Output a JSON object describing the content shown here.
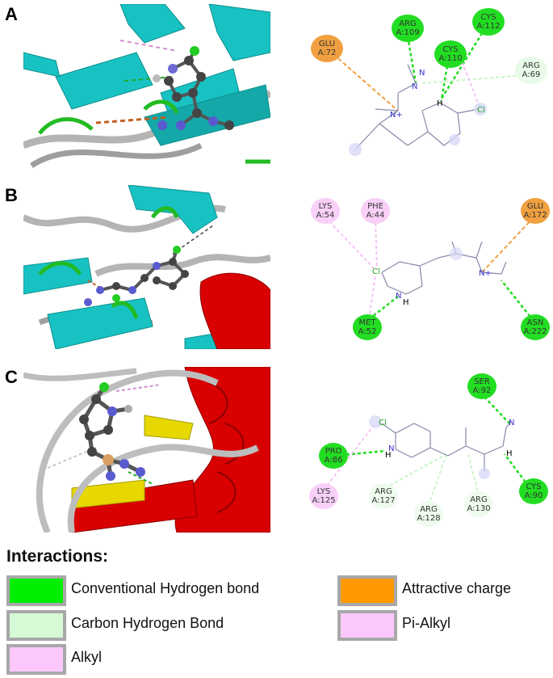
{
  "panels": [
    {
      "letter": "A",
      "residues": [
        {
          "name": "GLU",
          "id": "A:72"
        },
        {
          "name": "ARG",
          "id": "A:109"
        },
        {
          "name": "CYS",
          "id": "A:112"
        },
        {
          "name": "CYS",
          "id": "A:110"
        },
        {
          "name": "ARG",
          "id": "A:69"
        }
      ],
      "atoms": {
        "n1": "N",
        "n2": "N",
        "nplus": "N+",
        "h": "H",
        "cl": "Cl"
      }
    },
    {
      "letter": "B",
      "residues": [
        {
          "name": "LYS",
          "id": "A:54"
        },
        {
          "name": "PHE",
          "id": "A:44"
        },
        {
          "name": "GLU",
          "id": "A:172"
        },
        {
          "name": "MET",
          "id": "A:52"
        },
        {
          "name": "ASN",
          "id": "A:222"
        }
      ],
      "atoms": {
        "cl": "Cl",
        "nh": "N",
        "h": "H",
        "nplus": "N+"
      }
    },
    {
      "letter": "C",
      "residues": [
        {
          "name": "SER",
          "id": "A:92"
        },
        {
          "name": "PRO",
          "id": "A:86"
        },
        {
          "name": "CYS",
          "id": "A:90"
        },
        {
          "name": "LYS",
          "id": "A:125"
        },
        {
          "name": "ARG",
          "id": "A:127"
        },
        {
          "name": "ARG",
          "id": "A:128"
        },
        {
          "name": "ARG",
          "id": "A:130"
        }
      ],
      "atoms": {
        "cl": "Cl",
        "nh": "N",
        "h": "H",
        "n": "N",
        "h2": "H"
      }
    }
  ],
  "legend": {
    "title": "Interactions:",
    "items": [
      {
        "label": "Conventional Hydrogen bond",
        "color": "#00ee00"
      },
      {
        "label": "Attractive charge",
        "color": "#ff9900"
      },
      {
        "label": "Carbon Hydrogen Bond",
        "color": "#d6fad6"
      },
      {
        "label": "Pi-Alkyl",
        "color": "#fcc8fc"
      },
      {
        "label": "Alkyl",
        "color": "#fcc8fc"
      }
    ]
  },
  "colors": {
    "conventional": "#22dd22",
    "carbon_h": "#c8f5c8",
    "attractive": "#f0a040",
    "alkyl": "#f4c2f4",
    "pi_alkyl": "#f4c2f4",
    "strand": "#18c2c2",
    "helix": "#d80000",
    "coil": "#b4b4b4",
    "turn": "#22bb22"
  }
}
